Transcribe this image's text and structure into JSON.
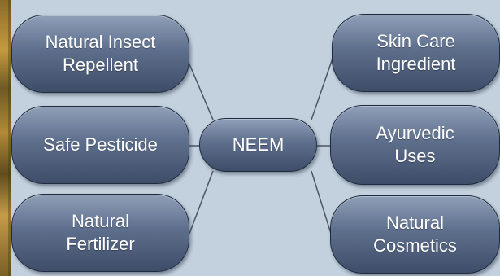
{
  "center": {
    "label": "NEEM"
  },
  "left_nodes": [
    {
      "label": "Natural Insect\nRepellent"
    },
    {
      "label": "Safe Pesticide"
    },
    {
      "label": "Natural\nFertilizer"
    }
  ],
  "right_nodes": [
    {
      "label": "Skin Care\nIngredient"
    },
    {
      "label": "Ayurvedic\nUses"
    },
    {
      "label": "Natural\nCosmetics"
    }
  ],
  "colors": {
    "background": "#c3d1de",
    "node_top": "#8f9fb8",
    "node_bottom": "#3e4d68",
    "connector": "#4b5565",
    "text": "#ffffff"
  }
}
